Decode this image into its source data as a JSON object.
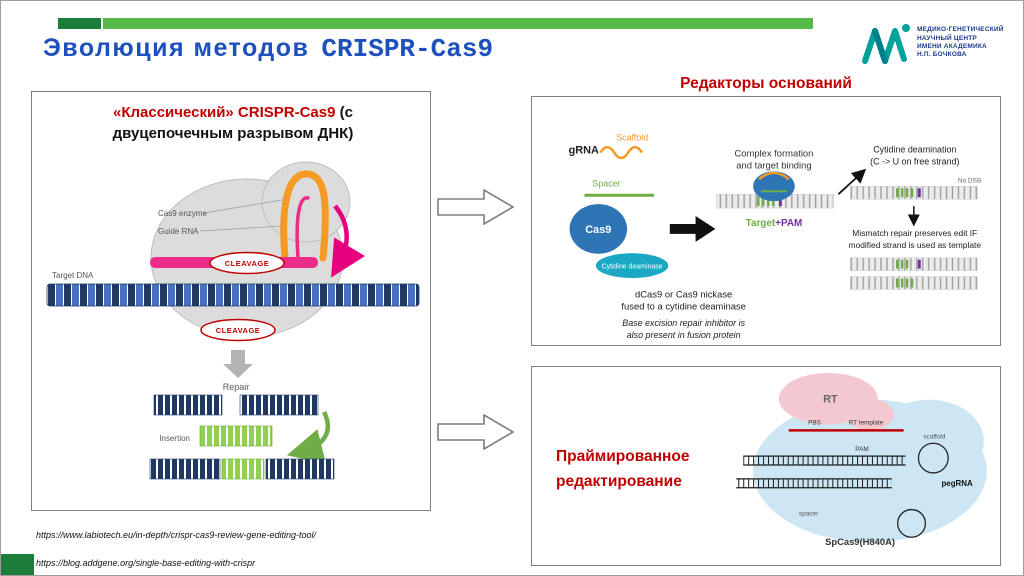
{
  "header": {
    "title_ru": "Эволюция методов",
    "title_en": "CRISPR-Cas9"
  },
  "logo": {
    "lines": [
      "МЕДИКО-ГЕНЕТИЧЕСКИЙ",
      "НАУЧНЫЙ ЦЕНТР",
      "ИМЕНИ АКАДЕМИКА",
      "Н.П. БОЧКОВА"
    ]
  },
  "classic_panel": {
    "title_red": "«Классический» CRISPR-Cas9",
    "title_black": " (с двуцепочечным разрывом ДНК)",
    "cas9_enzyme": "Cas9 enzyme",
    "guide_rna": "Guide RNA",
    "target_dna": "Target DNA",
    "cleavage_top": "CLEAVAGE",
    "cleavage_bottom": "CLEAVAGE",
    "repair": "Repair",
    "insertion": "Insertion"
  },
  "base_editors": {
    "heading": "Редакторы оснований",
    "grna": "gRNA",
    "scaffold": "Scaffold",
    "spacer": "Spacer",
    "cas9": "Cas9",
    "cytidine_deaminase": "Cytidine deaminase",
    "complex_line1": "Complex formation",
    "complex_line2": "and target binding",
    "target": "Target",
    "pam": "+PAM",
    "deamination_line1": "Cytidine deamination",
    "deamination_line2": "(C -> U on free strand)",
    "no_dsb": "No DSB",
    "mismatch_line1": "Mismatch repair preserves edit IF",
    "mismatch_line2": "modified strand is used as template",
    "fusion_line1": "dCas9 or Cas9 nickase",
    "fusion_line2": "fused to a cytidine deaminase",
    "inhibitor_line1": "Base excision repair inhibitor is",
    "inhibitor_line2": "also present in fusion protein"
  },
  "prime_editing": {
    "heading_line1": "Праймированное",
    "heading_line2": "редактирование",
    "rt": "RT",
    "pbs": "PBS",
    "rt_template": "RT template",
    "scaffold": "scaffold",
    "pam": "PAM",
    "pegrna": "pegRNA",
    "spacer": "spacer",
    "spcas9": "SpCas9(H840A)"
  },
  "footer": {
    "source1": "https://www.labiotech.eu/in-depth/crispr-cas9-review-gene-editing-tool/",
    "source2": "https://blog.addgene.org/single-base-editing-with-crispr"
  },
  "colors": {
    "title_blue": "#1d50bd",
    "accent_red": "#c00000",
    "bar_green_light": "#54b948",
    "bar_green_dark": "#1c7c3a",
    "logo_teal": "#00a19a",
    "dna_navy": "#1f3864",
    "insert_green": "#92d050",
    "cas9_blue": "#2e75b6",
    "deaminase_teal": "#1ba8c4",
    "target_green": "#70ad47",
    "pam_purple": "#7030a0",
    "rna_orange": "#f59a23",
    "strand_pink": "#ec2d87"
  }
}
